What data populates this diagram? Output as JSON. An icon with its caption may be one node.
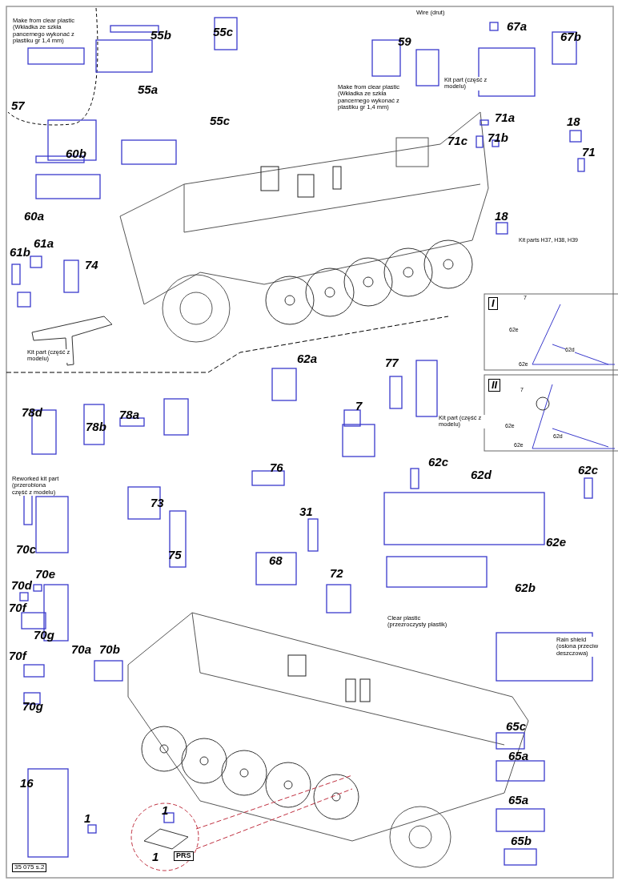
{
  "diagram": {
    "labels": [
      "Make from clear plastic (Wkładka ze szkła pancernego wykonać z plastiku gr 1,4 mm)",
      "55b",
      "55c",
      "Wire (drut)",
      "67a",
      "67b",
      "59",
      "55a",
      "57",
      "Make from clear plastic (Wkładka ze szkła pancernego wykonać z plastiku gr 1,4 mm)",
      "Kit part (część z modelu)",
      "55c",
      "71a",
      "18",
      "71c",
      "71b",
      "60b",
      "71",
      "60a",
      "18",
      "Kit parts H37, H38, H39",
      "61a",
      "61b",
      "74",
      "I",
      "7",
      "62e",
      "62d",
      "62e",
      "Kit part (część z modelu)",
      "62a",
      "77",
      "II",
      "7",
      "62e",
      "62d",
      "62e",
      "7",
      "78d",
      "78a",
      "78b",
      "Kit part (część z modelu)",
      "62c",
      "62c",
      "62d",
      "76",
      "Reworked kit part (przerobiona część z modelu)",
      "73",
      "31",
      "62e",
      "75",
      "68",
      "62b",
      "72",
      "70c",
      "70e",
      "70d",
      "70f",
      "70g",
      "70a",
      "70b",
      "70f",
      "Clear plastic (przezroczysty plastik)",
      "Rain shield (osłona przeciw deszczowa)",
      "70g",
      "65c",
      "65a",
      "16",
      "1",
      "65a",
      "1",
      "1",
      "PRS",
      "65b",
      "35 075 s.2"
    ]
  }
}
